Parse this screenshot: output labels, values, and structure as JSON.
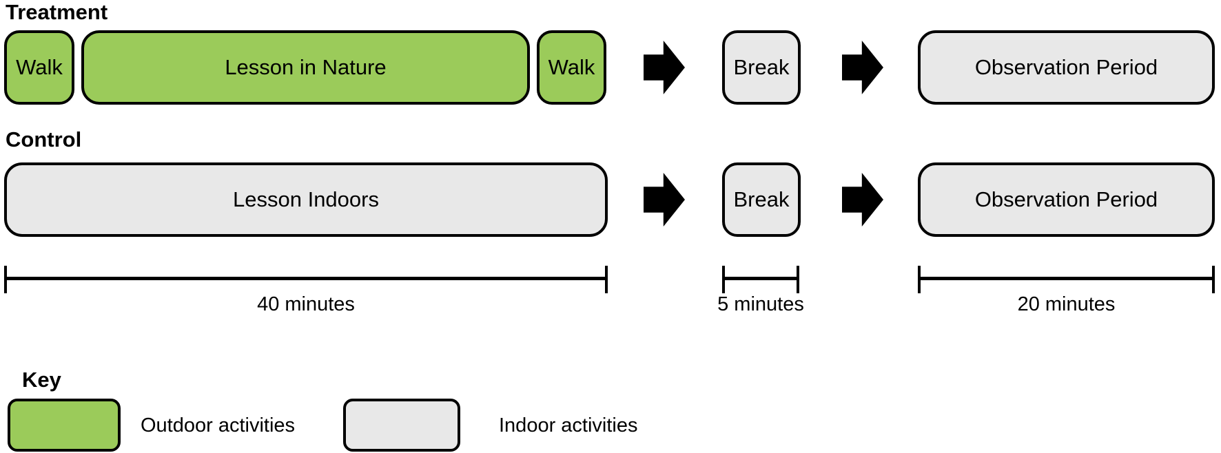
{
  "figure": {
    "treatment": {
      "heading": "Treatment",
      "walk1_label": "Walk",
      "lesson_label": "Lesson in Nature",
      "walk2_label": "Walk",
      "break_label": "Break",
      "observation_label": "Observation Period"
    },
    "control": {
      "heading": "Control",
      "lesson_label": "Lesson Indoors",
      "break_label": "Break",
      "observation_label": "Observation Period"
    },
    "durations": {
      "lesson": "40 minutes",
      "break": "5 minutes",
      "observation": "20 minutes"
    },
    "key": {
      "heading": "Key",
      "outdoor_label": "Outdoor activities",
      "indoor_label": "Indoor activities"
    },
    "colors": {
      "outdoor_fill": "#9BCB5A",
      "indoor_fill": "#E8E8E8",
      "outline": "#000000",
      "arrow": "#000000"
    }
  }
}
